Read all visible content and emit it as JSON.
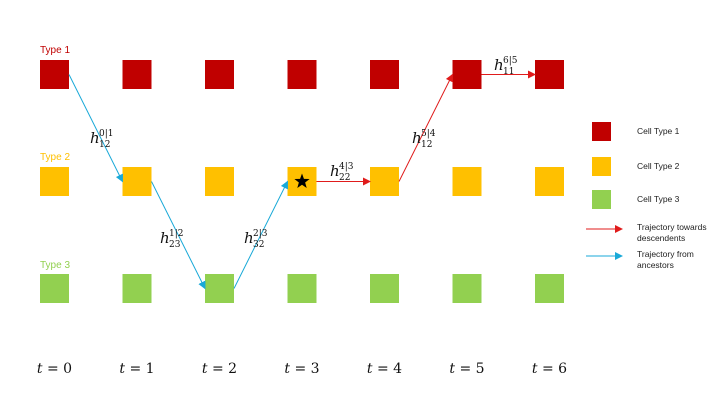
{
  "rows": [
    {
      "label": "Type 1",
      "color": "#c00000"
    },
    {
      "label": "Type 2",
      "color": "#ffc000"
    },
    {
      "label": "Type 3",
      "color": "#92d050"
    }
  ],
  "time_steps": [
    "0",
    "1",
    "2",
    "3",
    "4",
    "5",
    "6"
  ],
  "time_symbol": "t",
  "star_cell": {
    "row": 1,
    "col": 3
  },
  "transitions": [
    {
      "from": {
        "row": 0,
        "col": 0
      },
      "to": {
        "row": 1,
        "col": 1
      },
      "kind": "ancestor",
      "label_sub": "12",
      "label_sup": "0|1"
    },
    {
      "from": {
        "row": 1,
        "col": 1
      },
      "to": {
        "row": 2,
        "col": 2
      },
      "kind": "ancestor",
      "label_sub": "23",
      "label_sup": "1|2"
    },
    {
      "from": {
        "row": 2,
        "col": 2
      },
      "to": {
        "row": 1,
        "col": 3
      },
      "kind": "ancestor",
      "label_sub": "32",
      "label_sup": "2|3"
    },
    {
      "from": {
        "row": 1,
        "col": 3
      },
      "to": {
        "row": 1,
        "col": 4
      },
      "kind": "descendent",
      "label_sub": "22",
      "label_sup": "4|3"
    },
    {
      "from": {
        "row": 1,
        "col": 4
      },
      "to": {
        "row": 0,
        "col": 5
      },
      "kind": "descendent",
      "label_sub": "12",
      "label_sup": "5|4"
    },
    {
      "from": {
        "row": 0,
        "col": 5
      },
      "to": {
        "row": 0,
        "col": 6
      },
      "kind": "descendent",
      "label_sub": "11",
      "label_sup": "6|5"
    }
  ],
  "arrow_colors": {
    "descendent": "#e01b1b",
    "ancestor": "#19a9d8"
  },
  "legend": {
    "cells": [
      {
        "label": "Cell Type 1",
        "color": "#c00000"
      },
      {
        "label": "Cell Type 2",
        "color": "#ffc000"
      },
      {
        "label": "Cell Type 3",
        "color": "#92d050"
      }
    ],
    "arrows": [
      {
        "kind": "descendent",
        "lines": [
          "Trajectory towards",
          "descendents"
        ]
      },
      {
        "kind": "ancestor",
        "lines": [
          "Trajectory from",
          "ancestors"
        ]
      }
    ]
  }
}
